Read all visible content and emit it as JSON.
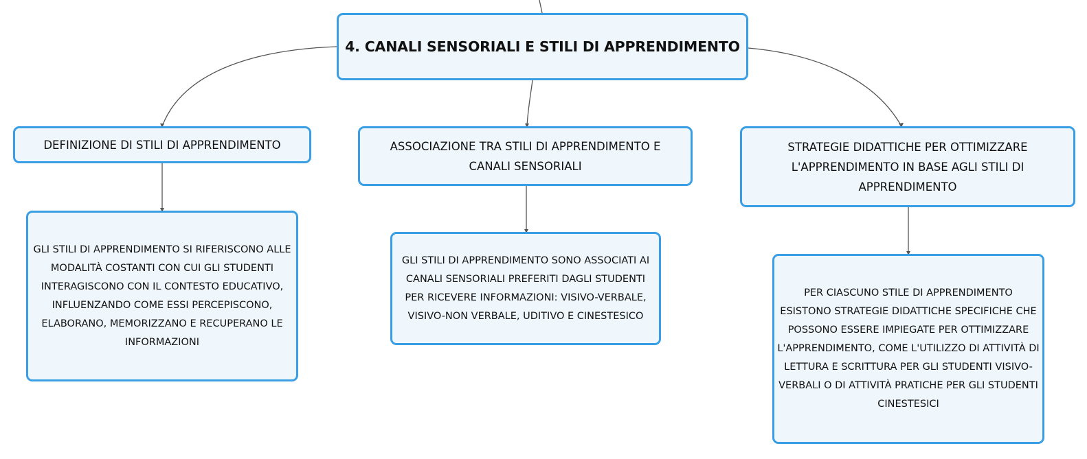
{
  "root": {
    "label": "4. CANALI SENSORIALI E STILI DI APPRENDIMENTO"
  },
  "branches": [
    {
      "label": "DEFINIZIONE DI STILI DI APPRENDIMENTO",
      "detail": "GLI STILI DI APPRENDIMENTO SI RIFERISCONO ALLE MODALITÀ COSTANTI CON CUI GLI STUDENTI INTERAGISCONO CON IL CONTESTO EDUCATIVO, INFLUENZANDO COME ESSI PERCEPISCONO, ELABORANO, MEMORIZZANO E RECUPERANO LE INFORMAZIONI"
    },
    {
      "label": "ASSOCIAZIONE TRA STILI DI APPRENDIMENTO E CANALI SENSORIALI",
      "detail": "GLI STILI DI APPRENDIMENTO SONO ASSOCIATI AI CANALI SENSORIALI PREFERITI DAGLI STUDENTI PER RICEVERE INFORMAZIONI: VISIVO-VERBALE, VISIVO-NON VERBALE, UDITIVO E CINESTESICO"
    },
    {
      "label": "STRATEGIE DIDATTICHE PER OTTIMIZZARE L'APPRENDIMENTO IN BASE AGLI STILI DI APPRENDIMENTO",
      "detail": "PER CIASCUNO STILE DI APPRENDIMENTO ESISTONO STRATEGIE DIDATTICHE SPECIFICHE CHE POSSONO ESSERE IMPIEGATE PER OTTIMIZZARE L'APPRENDIMENTO, COME L'UTILIZZO DI ATTIVITÀ DI LETTURA E SCRITTURA PER GLI STUDENTI VISIVO-VERBALI O DI ATTIVITÀ PRATICHE PER GLI STUDENTI CINESTESICI"
    }
  ],
  "colors": {
    "node_border": "#3a9ee4",
    "node_fill": "#eff7fd",
    "connector": "#555555",
    "text": "#111111"
  }
}
